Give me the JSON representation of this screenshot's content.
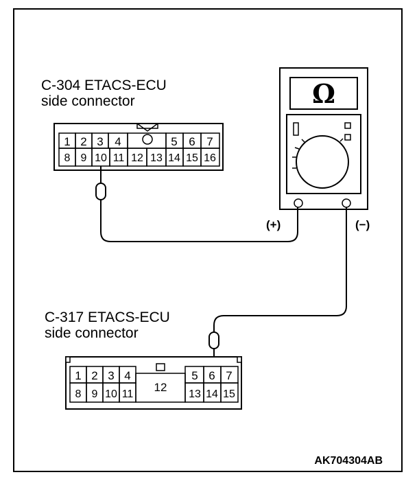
{
  "connector_c304": {
    "title_line1": "C-304 ETACS-ECU",
    "title_line2": "side connector",
    "pins_top": [
      "1",
      "2",
      "3",
      "4",
      "5",
      "6",
      "7"
    ],
    "pins_bottom": [
      "8",
      "9",
      "10",
      "11",
      "12",
      "13",
      "14",
      "15",
      "16"
    ],
    "probe_pin": "10"
  },
  "connector_c317": {
    "title_line1": "C-317 ETACS-ECU",
    "title_line2": "side connector",
    "pins_top_left": [
      "1",
      "2",
      "3",
      "4"
    ],
    "pins_bottom_left": [
      "8",
      "9",
      "10",
      "11"
    ],
    "center_pin": "12",
    "pins_top_right": [
      "5",
      "6",
      "7"
    ],
    "pins_bottom_right": [
      "13",
      "14",
      "15"
    ],
    "probe_pin": "6"
  },
  "multimeter": {
    "display_symbol": "Ω",
    "positive_label": "(+)",
    "negative_label": "(−)"
  },
  "figure_code": "AK704304AB"
}
